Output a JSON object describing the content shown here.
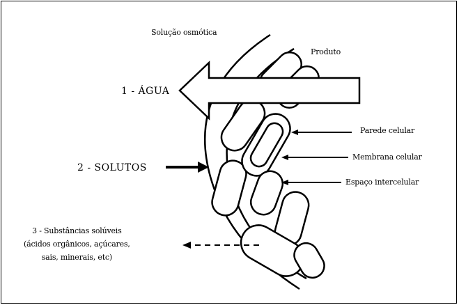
{
  "diagram": {
    "labels": {
      "osmotic_solution": "Solução osmótica",
      "product": "Produto",
      "water": "1 - ÁGUA",
      "solutes": "2 - SOLUTOS",
      "cell_wall": "Parede celular",
      "cell_membrane": "Membrana celular",
      "intercellular_space": "Espaço intercelular",
      "soluble_substances": "3 - Substâncias solúveis\n(ácidos orgânicos, açúcares,\nsais, minerais, etc)"
    }
  }
}
